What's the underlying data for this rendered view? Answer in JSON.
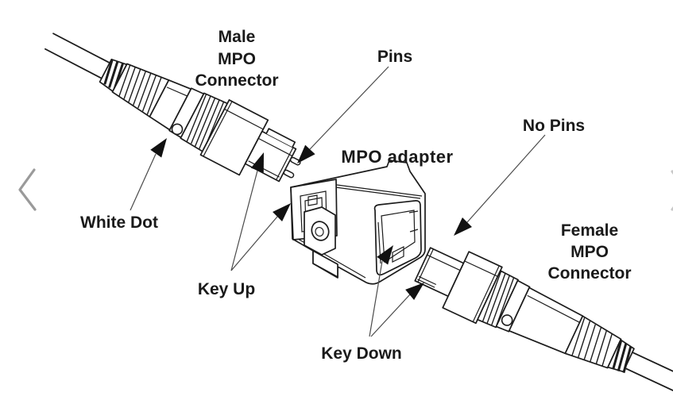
{
  "page": {
    "background_color": "#ffffff"
  },
  "carousel": {
    "prev_icon": "chevron-left",
    "next_icon": "chevron-right",
    "prev_color": "#9a9a9a",
    "next_color": "#c8c8c8"
  },
  "diagram": {
    "subject": "MPO connector and adapter mating diagram",
    "line_color": "#1c1c1c",
    "leader_color": "#4a4a4a",
    "label_color": "#1a1a1a",
    "white_dot_fill": "#ffffff",
    "labels": {
      "male_connector_lines": [
        "Male",
        "MPO",
        "Connector"
      ],
      "pins": "Pins",
      "mpo_adapter": "MPO adapter",
      "no_pins": "No Pins",
      "white_dot": "White Dot",
      "key_up": "Key Up",
      "key_down": "Key Down",
      "female_connector_lines": [
        "Female",
        "MPO",
        "Connector"
      ]
    }
  }
}
